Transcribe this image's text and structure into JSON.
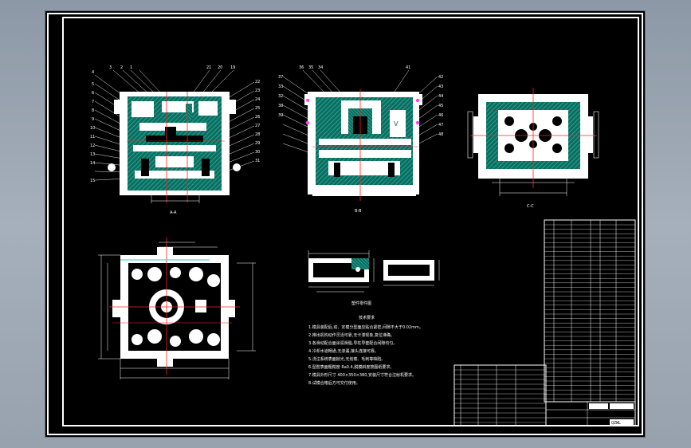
{
  "sheet": {
    "background": "#000000",
    "line_color": "#ffffff",
    "accent_red": "#ff2020",
    "hatch_teal": "#1a8a7a"
  },
  "views": {
    "section_a": {
      "caption": "A-A"
    },
    "section_b": {
      "caption": "B-B"
    },
    "section_c": {
      "caption": "C-C"
    }
  },
  "callouts": {
    "left": [
      "4",
      "3",
      "2",
      "1",
      "5",
      "6",
      "7",
      "8",
      "9",
      "10",
      "11",
      "12",
      "13",
      "14",
      "15"
    ],
    "top_left": [
      "21",
      "20",
      "19"
    ],
    "right_left": [
      "22",
      "23",
      "24",
      "25",
      "26",
      "27",
      "28",
      "29",
      "30",
      "31"
    ],
    "mid_left": [
      "37",
      "36",
      "35",
      "34",
      "33",
      "32",
      "38",
      "39"
    ],
    "mid_right": [
      "41",
      "42",
      "43",
      "44",
      "45",
      "46",
      "47",
      "48"
    ]
  },
  "notes": {
    "heading": "技术要求",
    "lines": [
      "1.模具装配后,动、定模分型面应贴合紧密,间隙不大于0.02mm。",
      "2.推出机构动作灵活可靠,无卡滞现象,复位准确。",
      "3.各滑动配合面涂润滑脂,导柱导套配合间隙均匀。",
      "4.冷却水道畅通,无渗漏,接头连接可靠。",
      "5.浇注系统表面抛光,无划痕、毛刺等缺陷。",
      "6.型腔表面粗糙度 Ra0.4,脱模斜度按图纸要求。",
      "7.模具外形尺寸 400×350×380,安装尺寸符合注射机要求。",
      "8.试模合格后方可交付使用。"
    ]
  },
  "part_caption": "塑件零件图",
  "title_block": {
    "logo": "QZWL"
  }
}
